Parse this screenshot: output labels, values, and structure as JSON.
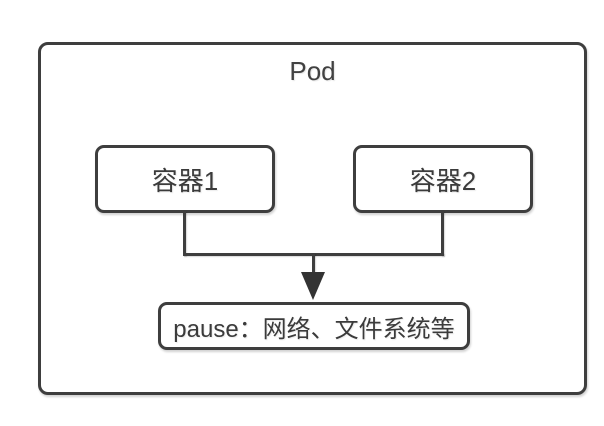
{
  "diagram": {
    "pod_label": "Pod",
    "containers": [
      {
        "label": "容器1"
      },
      {
        "label": "容器2"
      }
    ],
    "pause_label": "pause：网络、文件系统等",
    "arrow_icon": "arrow-down"
  },
  "colors": {
    "line": "#3e3e3e",
    "text": "#3d3d3d",
    "arrow_fill": "#333333",
    "background": "#ffffff"
  }
}
